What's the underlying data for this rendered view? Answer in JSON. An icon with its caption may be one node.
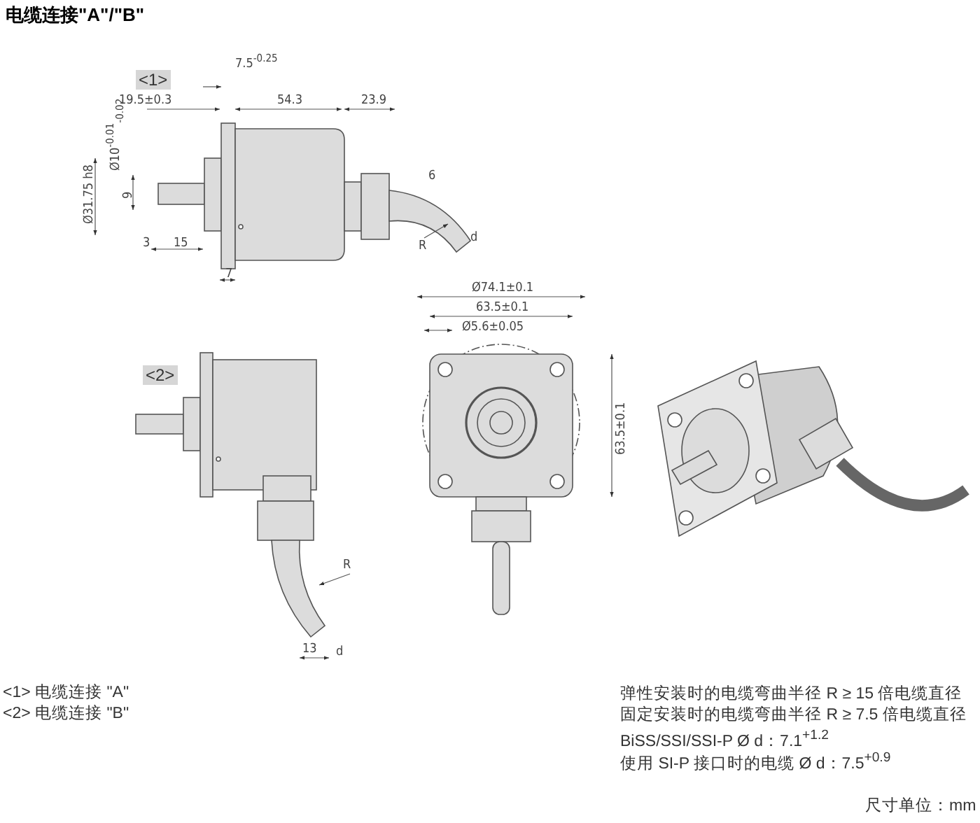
{
  "diagram": {
    "title": "电缆连接\"A\"/\"B\"",
    "labels": [
      "<1>",
      "7.5$^{-0.25}$",
      "19.5±0.3",
      "54.3",
      "23.9",
      "Ø10$^{-0.01}$$_{-0.02}$",
      "Ø31.75 h8",
      "9",
      "6",
      "3",
      "15",
      "R",
      "d",
      "7",
      "Ø74.1±0.1",
      "63.5±0.1",
      "Ø5.6±0.05",
      "<2>",
      "63.5±0.1",
      "R",
      "13",
      "d",
      "<1> 电缆连接 \"A\"",
      "<2> 电缆连接 \"B\"",
      "弹性安装时的电缆弯曲半径 R ≥ 15 倍电缆直径",
      "固定安装时的电缆弯曲半径 R ≥ 7.5 倍电缆直径",
      "BiSS/SSI/SSI-P Ø d：7.1$^{+1.2}$",
      "使用 SI-P 接口时的电缆 Ø d：7.5$^{+0.9}$",
      "尺寸单位：mm"
    ]
  }
}
